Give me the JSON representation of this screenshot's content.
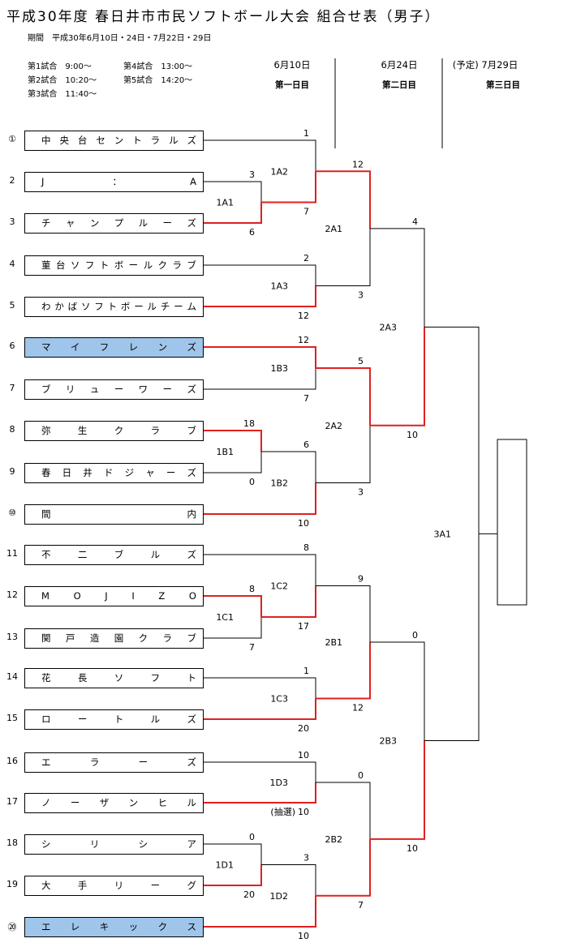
{
  "title": "平成30年度 春日井市市民ソフトボール大会 組合せ表（男子）",
  "period": "期間　平成30年6月10日・24日・7月22日・29日",
  "schedule": [
    {
      "label": "第1試合　9:00～"
    },
    {
      "label": "第2試合　10:20～"
    },
    {
      "label": "第3試合　11:40～"
    },
    {
      "label": "第4試合　13:00～"
    },
    {
      "label": "第5試合　14:20～"
    }
  ],
  "days": [
    {
      "date": "6月10日",
      "name": "第一日目"
    },
    {
      "date": "6月24日",
      "name": "第二日目"
    },
    {
      "date": "(予定) 7月29日",
      "name": "第三日目"
    }
  ],
  "teams": [
    {
      "seed": "①",
      "name": "中央台セントラルズ",
      "highlight": false
    },
    {
      "seed": "2",
      "name": "J　　：　　A",
      "highlight": false
    },
    {
      "seed": "3",
      "name": "チャンプルーズ",
      "highlight": false
    },
    {
      "seed": "4",
      "name": "菫台ソフトボールクラブ",
      "highlight": false
    },
    {
      "seed": "5",
      "name": "わかばソフトボールチーム",
      "highlight": false
    },
    {
      "seed": "6",
      "name": "マイフレンズ",
      "highlight": true
    },
    {
      "seed": "7",
      "name": "ブリューワーズ",
      "highlight": false
    },
    {
      "seed": "8",
      "name": "弥生クラブ",
      "highlight": false
    },
    {
      "seed": "9",
      "name": "春日井ドジャーズ",
      "highlight": false
    },
    {
      "seed": "⑩",
      "name": "間　内",
      "highlight": false
    },
    {
      "seed": "11",
      "name": "不二ブルズ",
      "highlight": false
    },
    {
      "seed": "12",
      "name": "MOJIZO",
      "highlight": false
    },
    {
      "seed": "13",
      "name": "関戸造園クラブ",
      "highlight": false
    },
    {
      "seed": "14",
      "name": "花長ソフト",
      "highlight": false
    },
    {
      "seed": "15",
      "name": "ロートルズ",
      "highlight": false
    },
    {
      "seed": "16",
      "name": "エラーズ",
      "highlight": false
    },
    {
      "seed": "17",
      "name": "ノーザンヒル",
      "highlight": false
    },
    {
      "seed": "18",
      "name": "シリシア",
      "highlight": false
    },
    {
      "seed": "19",
      "name": "大手リーグ",
      "highlight": false
    },
    {
      "seed": "⑳",
      "name": "エレキックス",
      "highlight": true
    }
  ],
  "matches": [
    {
      "id": "1A1",
      "top_score": "3",
      "bottom_score": "6",
      "winner": "bottom"
    },
    {
      "id": "1A2",
      "top_score": "1",
      "bottom_score": "7",
      "winner": "bottom"
    },
    {
      "id": "1A3",
      "top_score": "2",
      "bottom_score": "12",
      "winner": "bottom"
    },
    {
      "id": "1B1",
      "top_score": "18",
      "bottom_score": "0",
      "winner": "top"
    },
    {
      "id": "1B2",
      "top_score": "6",
      "bottom_score": "10",
      "winner": "bottom"
    },
    {
      "id": "1B3",
      "top_score": "12",
      "bottom_score": "7",
      "winner": "top"
    },
    {
      "id": "1C1",
      "top_score": "8",
      "bottom_score": "7",
      "winner": "top"
    },
    {
      "id": "1C2",
      "top_score": "8",
      "bottom_score": "17",
      "winner": "bottom"
    },
    {
      "id": "1C3",
      "top_score": "1",
      "bottom_score": "20",
      "winner": "bottom"
    },
    {
      "id": "1D1",
      "top_score": "0",
      "bottom_score": "20",
      "winner": "bottom"
    },
    {
      "id": "1D2",
      "top_score": "3",
      "bottom_score": "10",
      "winner": "bottom"
    },
    {
      "id": "1D3",
      "top_score": "10",
      "bottom_score": "10",
      "bottom_note": "(抽選)",
      "winner": "bottom"
    },
    {
      "id": "2A1",
      "top_score": "12",
      "bottom_score": "3",
      "winner": "top"
    },
    {
      "id": "2A2",
      "top_score": "5",
      "bottom_score": "3",
      "winner": "top"
    },
    {
      "id": "2A3",
      "top_score": "4",
      "bottom_score": "10",
      "winner": "bottom"
    },
    {
      "id": "2B1",
      "top_score": "9",
      "bottom_score": "12",
      "winner": "bottom"
    },
    {
      "id": "2B2",
      "top_score": "0",
      "bottom_score": "7",
      "winner": "bottom"
    },
    {
      "id": "2B3",
      "top_score": "0",
      "bottom_score": "10",
      "winner": "bottom"
    },
    {
      "id": "3A1",
      "top_score": "",
      "bottom_score": "",
      "winner": ""
    }
  ],
  "colors": {
    "winner_line": "#e02020",
    "line": "#000000",
    "highlight": "#9fc5ea"
  }
}
